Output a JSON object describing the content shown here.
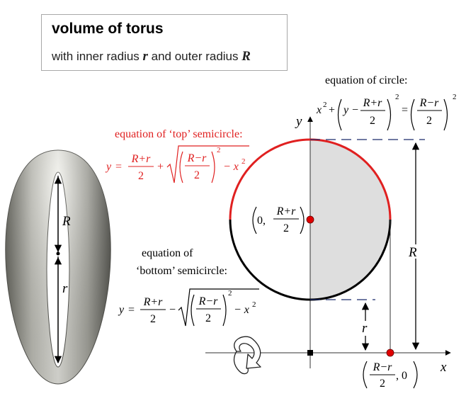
{
  "header": {
    "title": "volume of torus",
    "subtitle_pre": "with inner radius ",
    "subtitle_r": "r",
    "subtitle_mid": " and outer radius ",
    "subtitle_R": "R"
  },
  "circle_equation": {
    "caption": "equation of circle:",
    "x": "x",
    "sq": "2",
    "plus": "+",
    "y": "y",
    "minus": "−",
    "num_sum": "R+r",
    "num_diff": "R−r",
    "den": "2",
    "eq": "="
  },
  "top_semicircle": {
    "caption": "equation of ‘top’ semicircle:",
    "y": "y",
    "eq": "=",
    "num_sum": "R+r",
    "den": "2",
    "plus": "+",
    "num_diff": "R−r",
    "sq": "2",
    "minus_x": "− x",
    "x_sq": "2"
  },
  "bottom_semicircle": {
    "caption_line1": "equation of",
    "caption_line2": "‘bottom’ semicircle:",
    "y": "y",
    "eq": "=",
    "num_sum": "R+r",
    "den": "2",
    "minus": "−",
    "num_diff": "R−r",
    "sq": "2",
    "minus_x": "− x",
    "x_sq": "2"
  },
  "axes": {
    "x_label": "x",
    "y_label": "y"
  },
  "center_point": {
    "open": "0,",
    "num": "R+r",
    "den": "2"
  },
  "x_point": {
    "num": "R−r",
    "den": "2",
    "tail": ", 0"
  },
  "dimensions": {
    "R": "R",
    "r": "r"
  },
  "torus_labels": {
    "R": "R",
    "r": "r"
  },
  "colors": {
    "top_semicircle": "#e02020",
    "bottom_semicircle": "#000000",
    "shaded_half": "#dedede",
    "point": "#e00000",
    "dashes": "#1a2a6a"
  },
  "icons": {
    "rotation": "rotation-arrow-icon"
  }
}
